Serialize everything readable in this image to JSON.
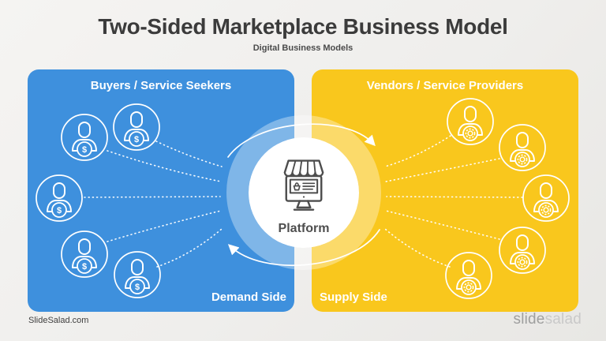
{
  "title": "Two-Sided Marketplace Business Model",
  "subtitle": "Digital Business Models",
  "left_panel": {
    "header": "Buyers / Service Seekers",
    "footer_label": "Demand Side",
    "badge": "$",
    "color": "#3E90DD",
    "icon": "buyer-person-with-dollar",
    "icon_count": 5
  },
  "right_panel": {
    "header": "Vendors / Service Providers",
    "footer_label": "Supply Side",
    "badge": "gear",
    "color": "#F9C71D",
    "icon": "vendor-person-with-gear",
    "icon_count": 5
  },
  "center": {
    "label": "Platform",
    "icon": "storefront-monitor"
  },
  "flow": {
    "direction": "clockwise",
    "left_connectors": 5,
    "right_connectors": 5
  },
  "branding": {
    "website": "SlideSalad.com",
    "logo_primary": "slide",
    "logo_secondary": "salad"
  }
}
